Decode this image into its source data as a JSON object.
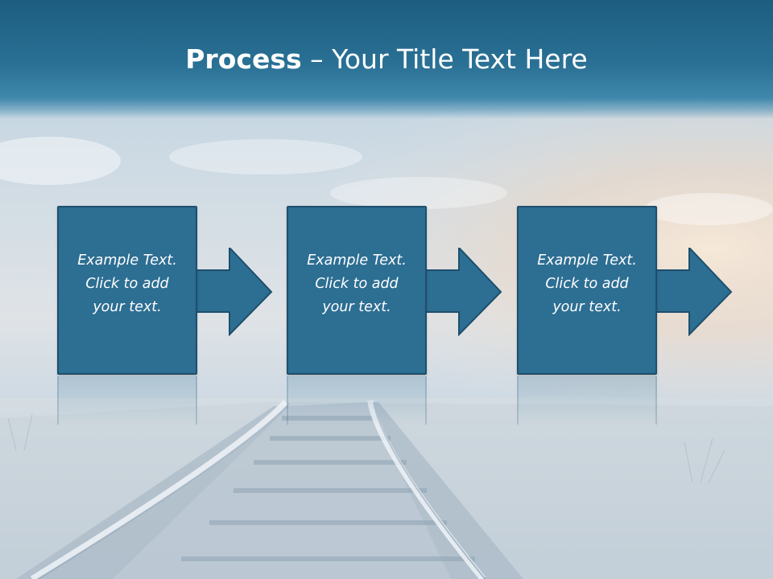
{
  "slide": {
    "title_bold": "Process",
    "title_rest": " – Your Title Text Here"
  },
  "steps": [
    {
      "text": "Example Text.\nClick  to add\nyour text."
    },
    {
      "text": "Example Text.\nClick  to add\nyour text."
    },
    {
      "text": "Example Text.\nClick  to add\nyour text."
    }
  ],
  "colors": {
    "title_band": "#2a7195",
    "box_fill": "#2d6e93",
    "box_border": "#1e4f6c",
    "text": "#ffffff"
  },
  "icons": [
    "arrow-right-icon"
  ]
}
